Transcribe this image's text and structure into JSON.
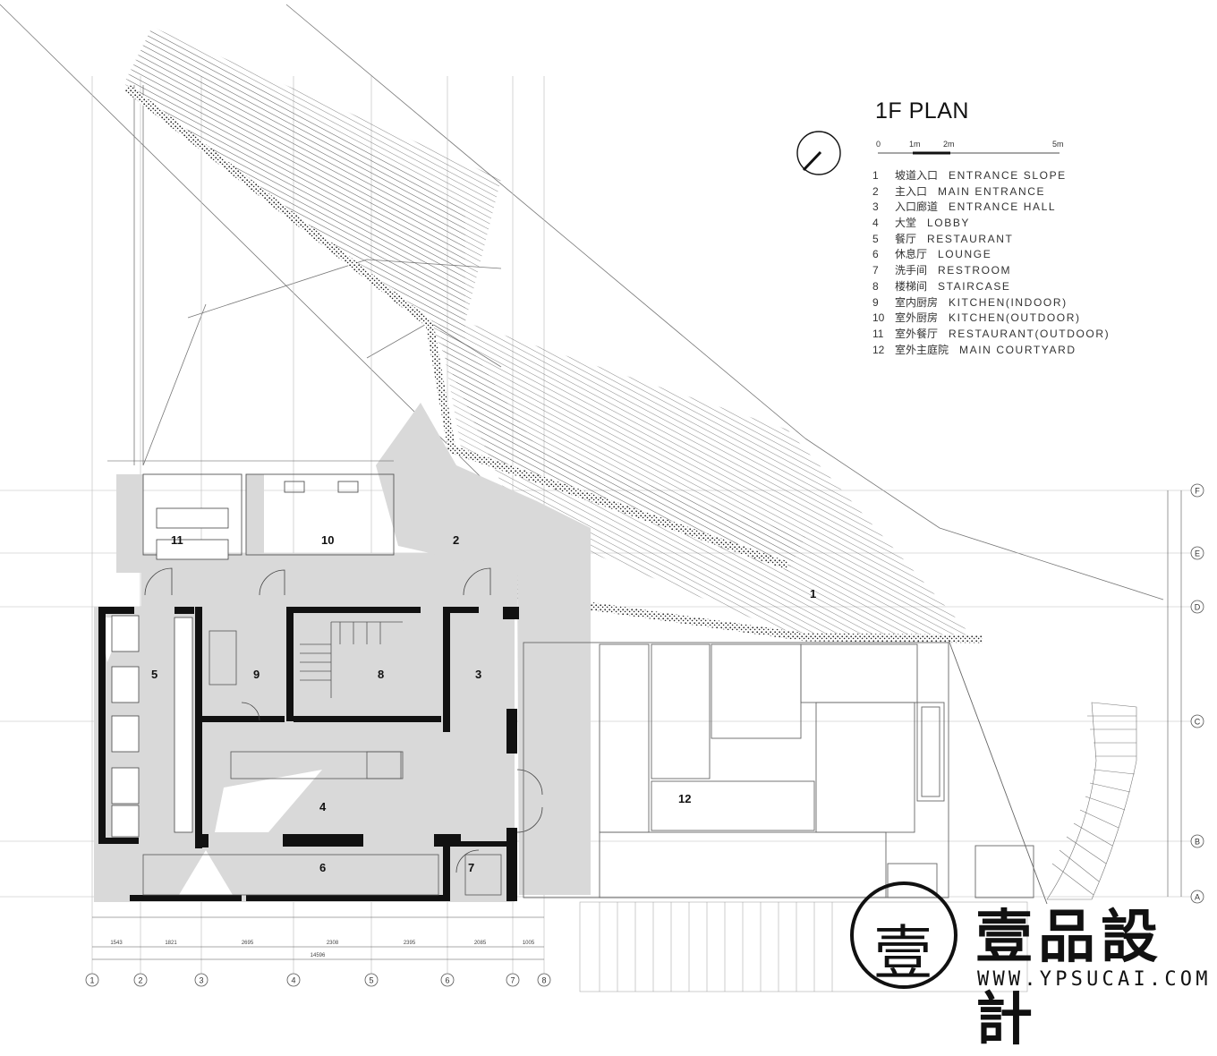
{
  "plan": {
    "title": "1F PLAN",
    "scale_bar": {
      "labels": [
        "0",
        "1m",
        "2m",
        "5m"
      ]
    },
    "legend": [
      {
        "num": "1",
        "zh": "坡道入口",
        "en": "ENTRANCE SLOPE"
      },
      {
        "num": "2",
        "zh": "主入口",
        "en": "MAIN ENTRANCE"
      },
      {
        "num": "3",
        "zh": "入口廊道",
        "en": "ENTRANCE HALL"
      },
      {
        "num": "4",
        "zh": "大堂",
        "en": "LOBBY"
      },
      {
        "num": "5",
        "zh": "餐厅",
        "en": "RESTAURANT"
      },
      {
        "num": "6",
        "zh": "休息厅",
        "en": "LOUNGE"
      },
      {
        "num": "7",
        "zh": "洗手间",
        "en": "RESTROOM"
      },
      {
        "num": "8",
        "zh": "楼梯间",
        "en": "STAIRCASE"
      },
      {
        "num": "9",
        "zh": "室内厨房",
        "en": "KITCHEN(INDOOR)"
      },
      {
        "num": "10",
        "zh": "室外厨房",
        "en": "KITCHEN(OUTDOOR)"
      },
      {
        "num": "11",
        "zh": "室外餐厅",
        "en": "RESTAURANT(OUTDOOR)"
      },
      {
        "num": "12",
        "zh": "室外主庭院",
        "en": "MAIN COURTYARD"
      }
    ],
    "room_labels": [
      "1",
      "2",
      "3",
      "4",
      "5",
      "6",
      "7",
      "8",
      "9",
      "10",
      "11",
      "12"
    ],
    "grid_columns": [
      "1",
      "2",
      "3",
      "4",
      "5",
      "6",
      "7",
      "8"
    ],
    "grid_rows": [
      "F",
      "E",
      "D",
      "C",
      "B",
      "A"
    ],
    "overall_dimension": "14596",
    "bottom_dimensions": [
      "1543",
      "1821",
      "2695",
      "2308",
      "2395",
      "2085",
      "1005"
    ]
  },
  "brand": {
    "name": "壹品設計",
    "seal_char": "壹",
    "url": "WWW.YPSUCAI.COM"
  }
}
